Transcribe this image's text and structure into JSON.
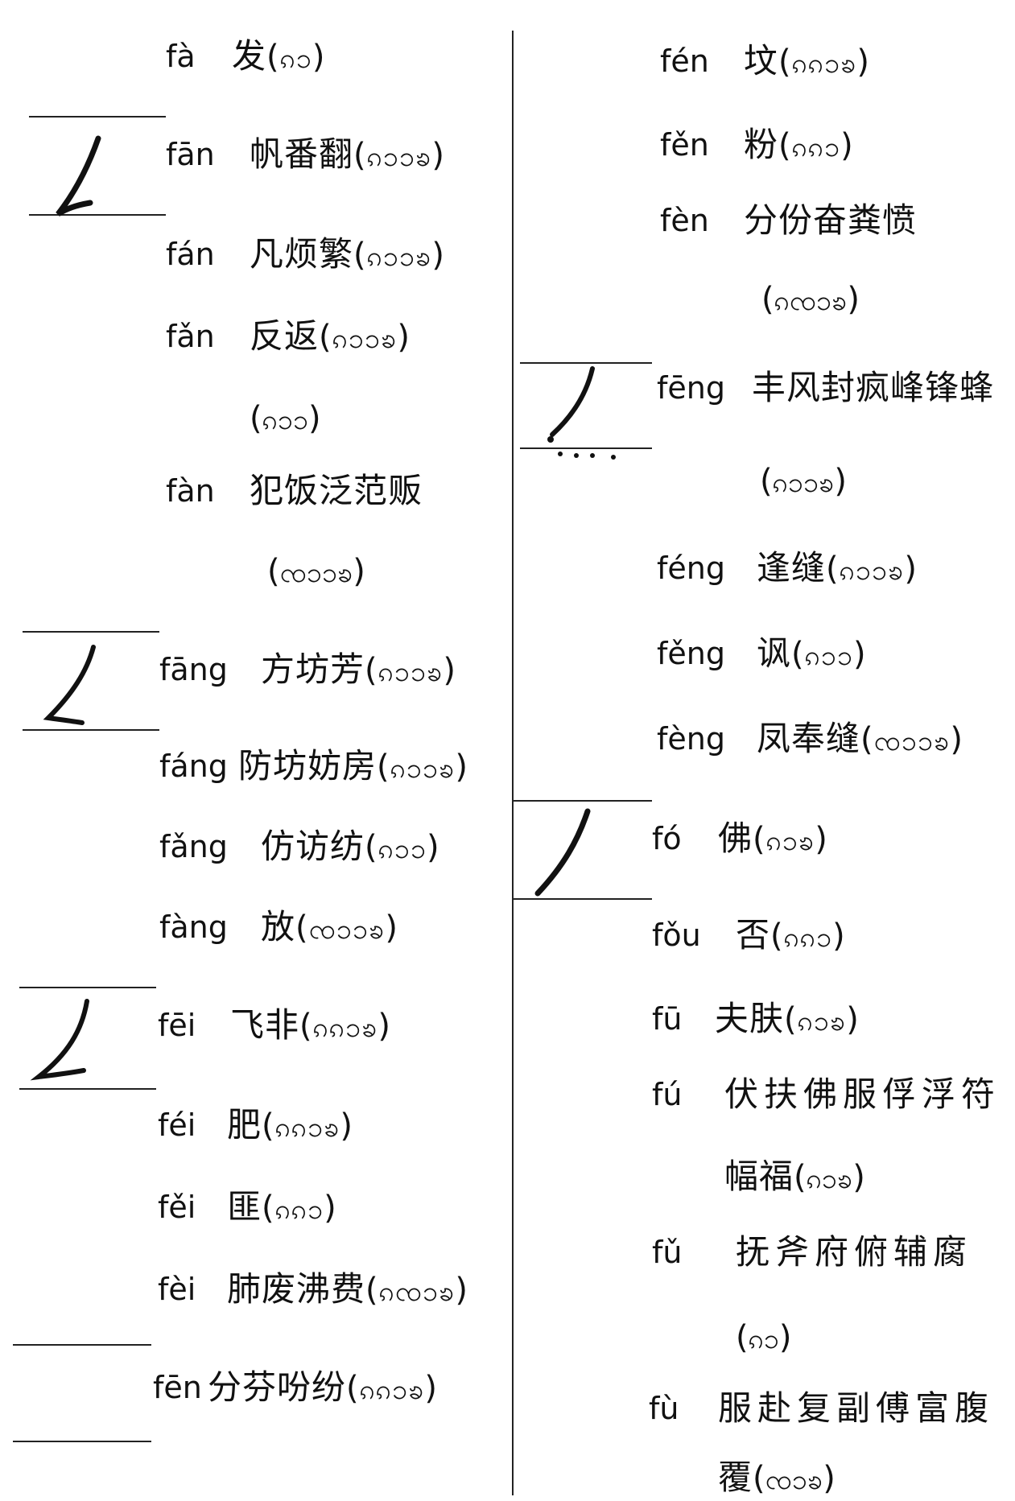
{
  "left_column": [
    {
      "py": "fà",
      "hz": "发",
      "dai": "ၵၥ"
    },
    {
      "py": "fān",
      "hz": "帆番翻",
      "dai": "ၵၥၥၶ"
    },
    {
      "py": "fán",
      "hz": "凡烦繁",
      "dai": "ၵၥၥၶ"
    },
    {
      "py": "fǎn",
      "hz": "反返",
      "dai": "ၵၥၥၶ",
      "dai2": "ၵၥၥ"
    },
    {
      "py": "fàn",
      "hz": "犯饭泛范贩",
      "dai": "ၸၥၥၶ"
    },
    {
      "py": "fāng",
      "hz": "方坊芳",
      "dai": "ၵၥၥၶ"
    },
    {
      "py": "fáng",
      "hz": "防坊妨房",
      "dai": "ၵၥၥၶ"
    },
    {
      "py": "fǎng",
      "hz": "仿访纺",
      "dai": "ၵၥၥ"
    },
    {
      "py": "fàng",
      "hz": "放",
      "dai": "ၸၥၥၶ"
    },
    {
      "py": "fēi",
      "hz": "飞非",
      "dai": "ၵၵၥၶ"
    },
    {
      "py": "féi",
      "hz": "肥",
      "dai": "ၵၵၥၶ"
    },
    {
      "py": "fěi",
      "hz": "匪",
      "dai": "ၵၵၥ"
    },
    {
      "py": "fèi",
      "hz": "肺废沸费",
      "dai": "ၵၸၥၶ"
    },
    {
      "py": "fēn",
      "hz": "分芬吩纷",
      "dai": "ၵၵၥၶ"
    }
  ],
  "right_column": [
    {
      "py": "fén",
      "hz": "坟",
      "dai": "ၵၵၥၶ"
    },
    {
      "py": "fěn",
      "hz": "粉",
      "dai": "ၵၵၥ"
    },
    {
      "py": "fèn",
      "hz": "分份奋粪愤",
      "dai": "ၵၸၥၶ"
    },
    {
      "py": "fēng",
      "hz": "丰风封疯峰锋蜂",
      "dai": "ၵၥၥၶ"
    },
    {
      "py": "féng",
      "hz": "逢缝",
      "dai": "ၵၥၥၶ"
    },
    {
      "py": "fěng",
      "hz": "讽",
      "dai": "ၵၥၥ"
    },
    {
      "py": "fèng",
      "hz": "凤奉缝",
      "dai": "ၸၥၥၶ"
    },
    {
      "py": "fó",
      "hz": "佛",
      "dai": "ၵၥၶ"
    },
    {
      "py": "fǒu",
      "hz": "否",
      "dai": "ၵၵၥ"
    },
    {
      "py": "fū",
      "hz": "夫肤",
      "dai": "ၵၥၶ"
    },
    {
      "py": "fú",
      "hz": "伏扶佛服俘浮符",
      "hz2": "幅福",
      "dai": "ၵၥၶ"
    },
    {
      "py": "fǔ",
      "hz": "抚斧府俯辅腐",
      "dai": "ၵၥ"
    },
    {
      "py": "fù",
      "hz": "服赴复副傅富腹",
      "hz2": "覆",
      "dai": "ၸၥၶ"
    }
  ]
}
